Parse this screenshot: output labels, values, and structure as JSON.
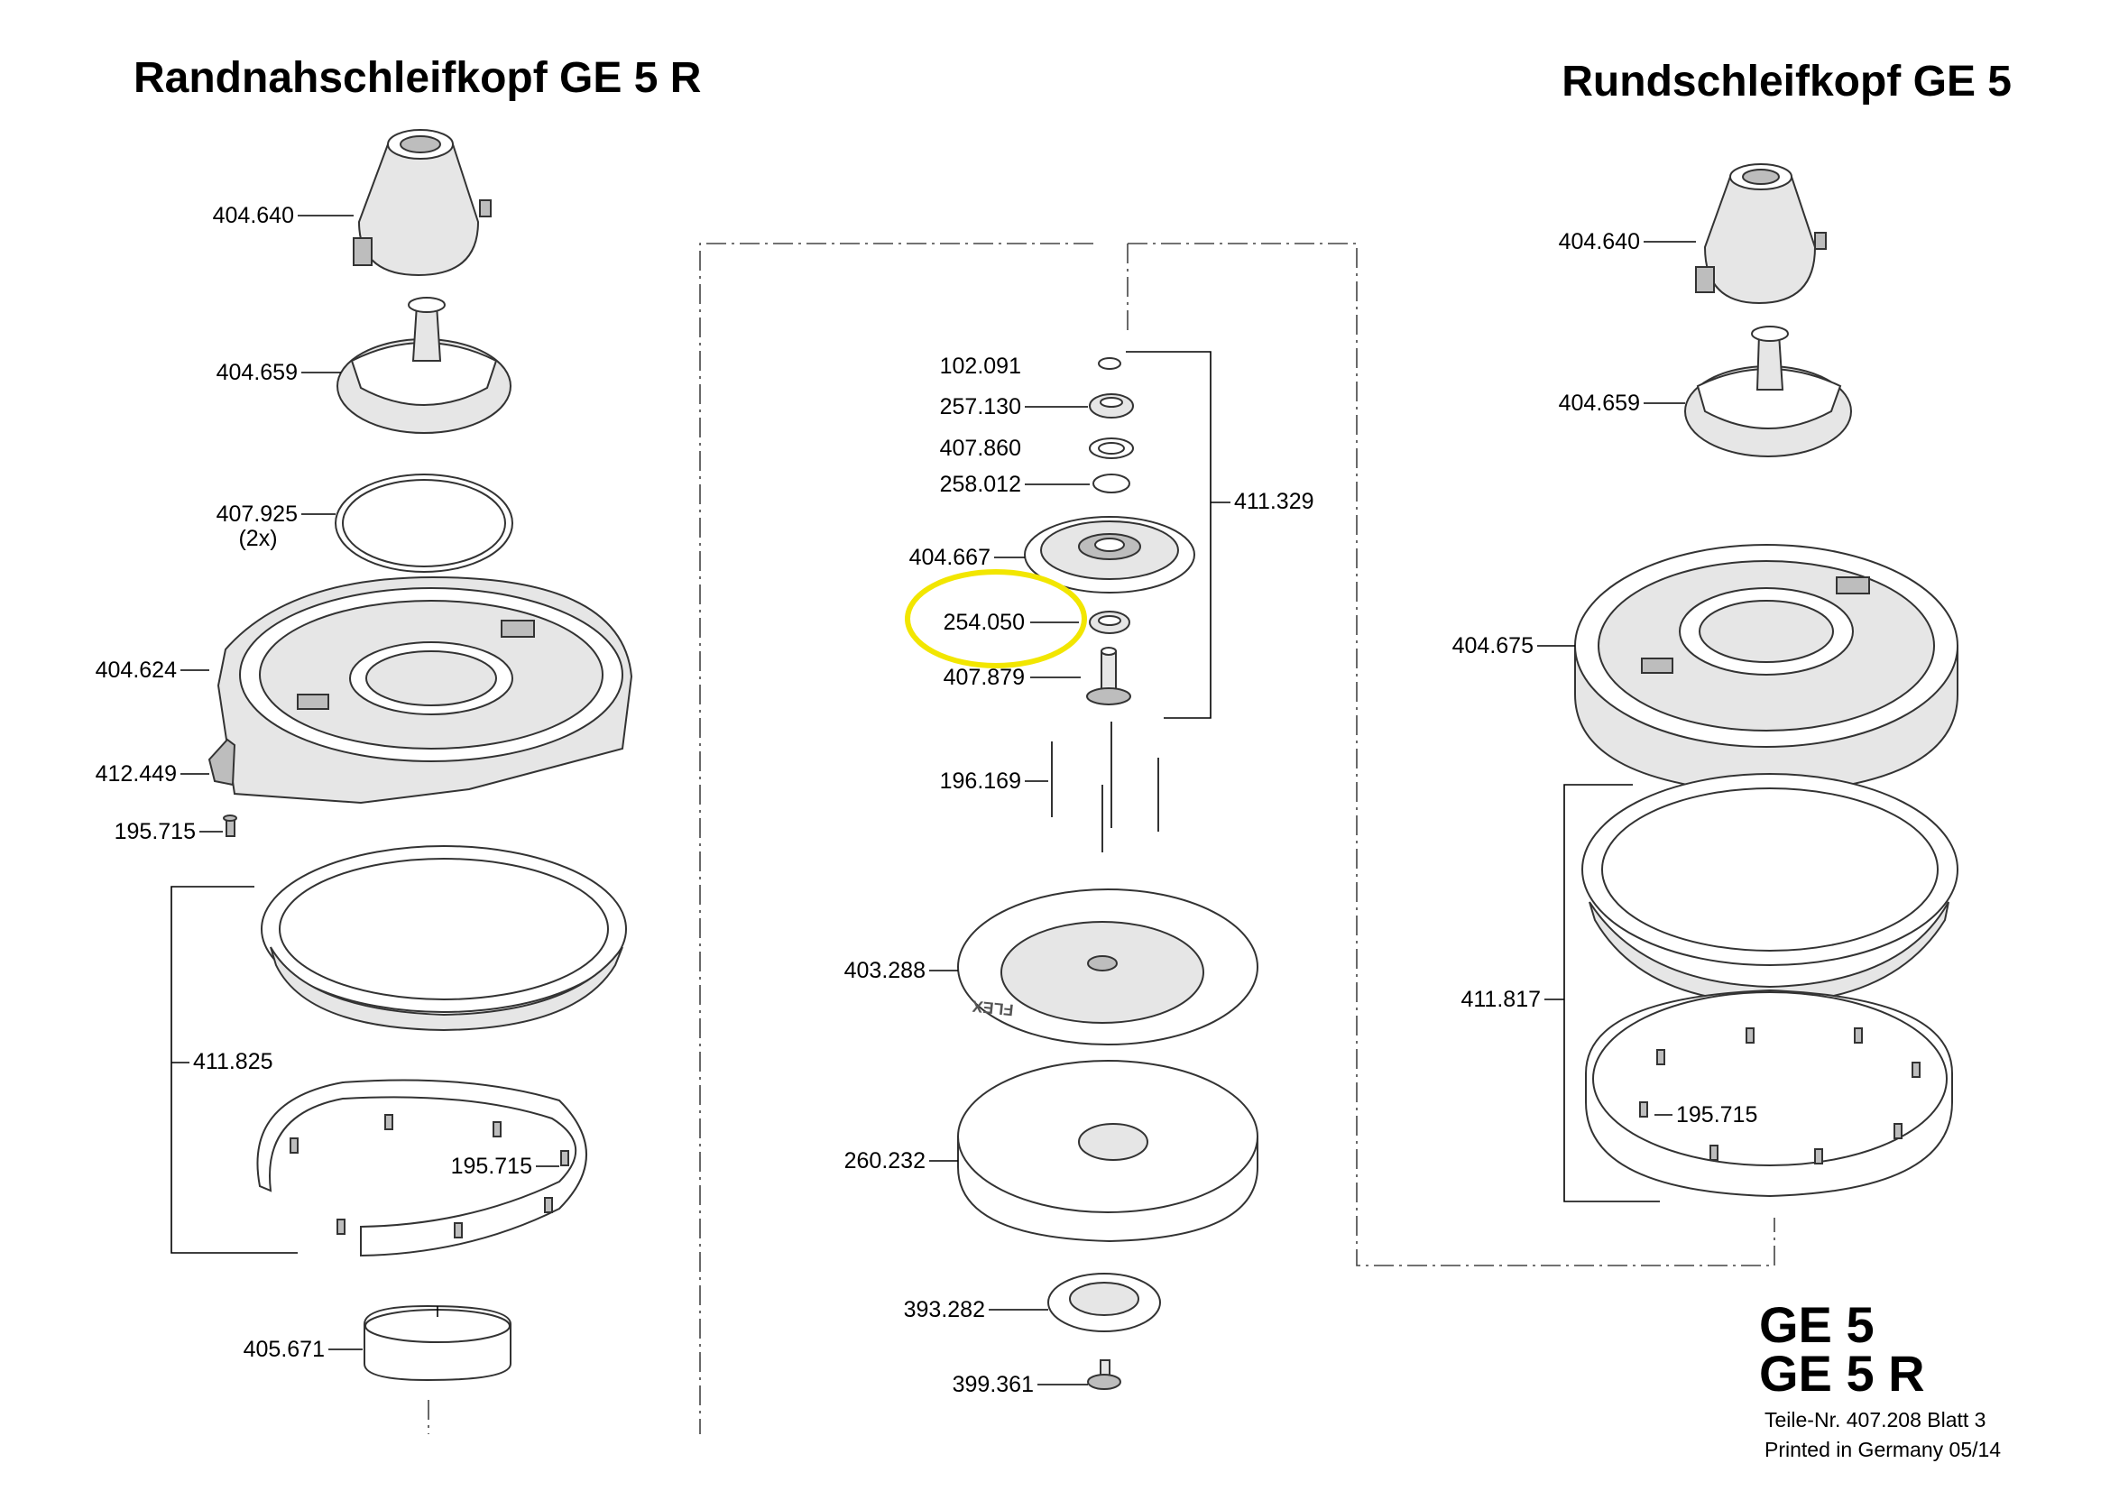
{
  "titles": {
    "left": "Randnahschleifkopf  GE 5 R",
    "right": "Rundschleifkopf  GE 5"
  },
  "left_parts": {
    "p404640": "404.640",
    "p404659": "404.659",
    "p407925": "407.925",
    "p407925_qty": "(2x)",
    "p404624": "404.624",
    "p412449": "412.449",
    "p195715a": "195.715",
    "p411825": "411.825",
    "p195715b": "195.715",
    "p405671": "405.671"
  },
  "center_parts": {
    "p102091": "102.091",
    "p257130": "257.130",
    "p407860": "407.860",
    "p258012": "258.012",
    "p411329": "411.329",
    "p404667": "404.667",
    "p254050": "254.050",
    "p407879": "407.879",
    "p196169": "196.169",
    "p403288": "403.288",
    "p260232": "260.232",
    "p393282": "393.282",
    "p399361": "399.361"
  },
  "right_parts": {
    "p404640": "404.640",
    "p404659": "404.659",
    "p404675": "404.675",
    "p411817": "411.817",
    "p195715": "195.715"
  },
  "highlight": {
    "part": "254.050",
    "color": "#f2e600"
  },
  "footer": {
    "model_line1": "GE 5",
    "model_line2": "GE 5 R",
    "part_number": "Teile-Nr. 407.208  Blatt 3",
    "printed": "Printed in Germany 05/14"
  },
  "pad_brand": "FLEX"
}
